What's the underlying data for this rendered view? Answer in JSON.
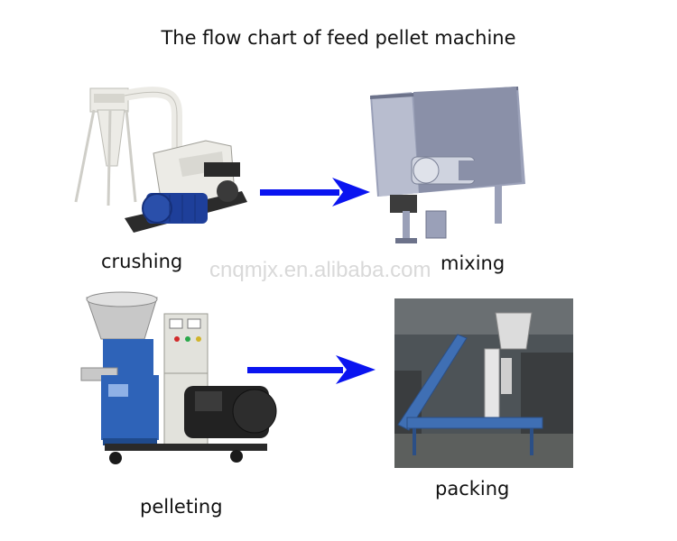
{
  "title": "The flow chart of feed pellet machine",
  "watermark": "cnqmjx.en.alibaba.com",
  "steps": [
    {
      "label": "crushing",
      "image": "hammer-mill-crusher"
    },
    {
      "label": "mixing",
      "image": "horizontal-ribbon-mixer"
    },
    {
      "label": "pelleting",
      "image": "flat-die-pellet-mill"
    },
    {
      "label": "packing",
      "image": "bag-packing-line"
    }
  ],
  "colors": {
    "arrow": "#0a14f0",
    "crusher_frame": "#ecebe6",
    "motor": "#1e3f9a",
    "mixer_body": "#9aa0b8",
    "pellet_body": "#2e63b8",
    "control_box": "#e2e2dc",
    "hopper_steel": "#c8c8c8",
    "warehouse": "#4d5357",
    "packer_blue": "#3f6fb4"
  }
}
